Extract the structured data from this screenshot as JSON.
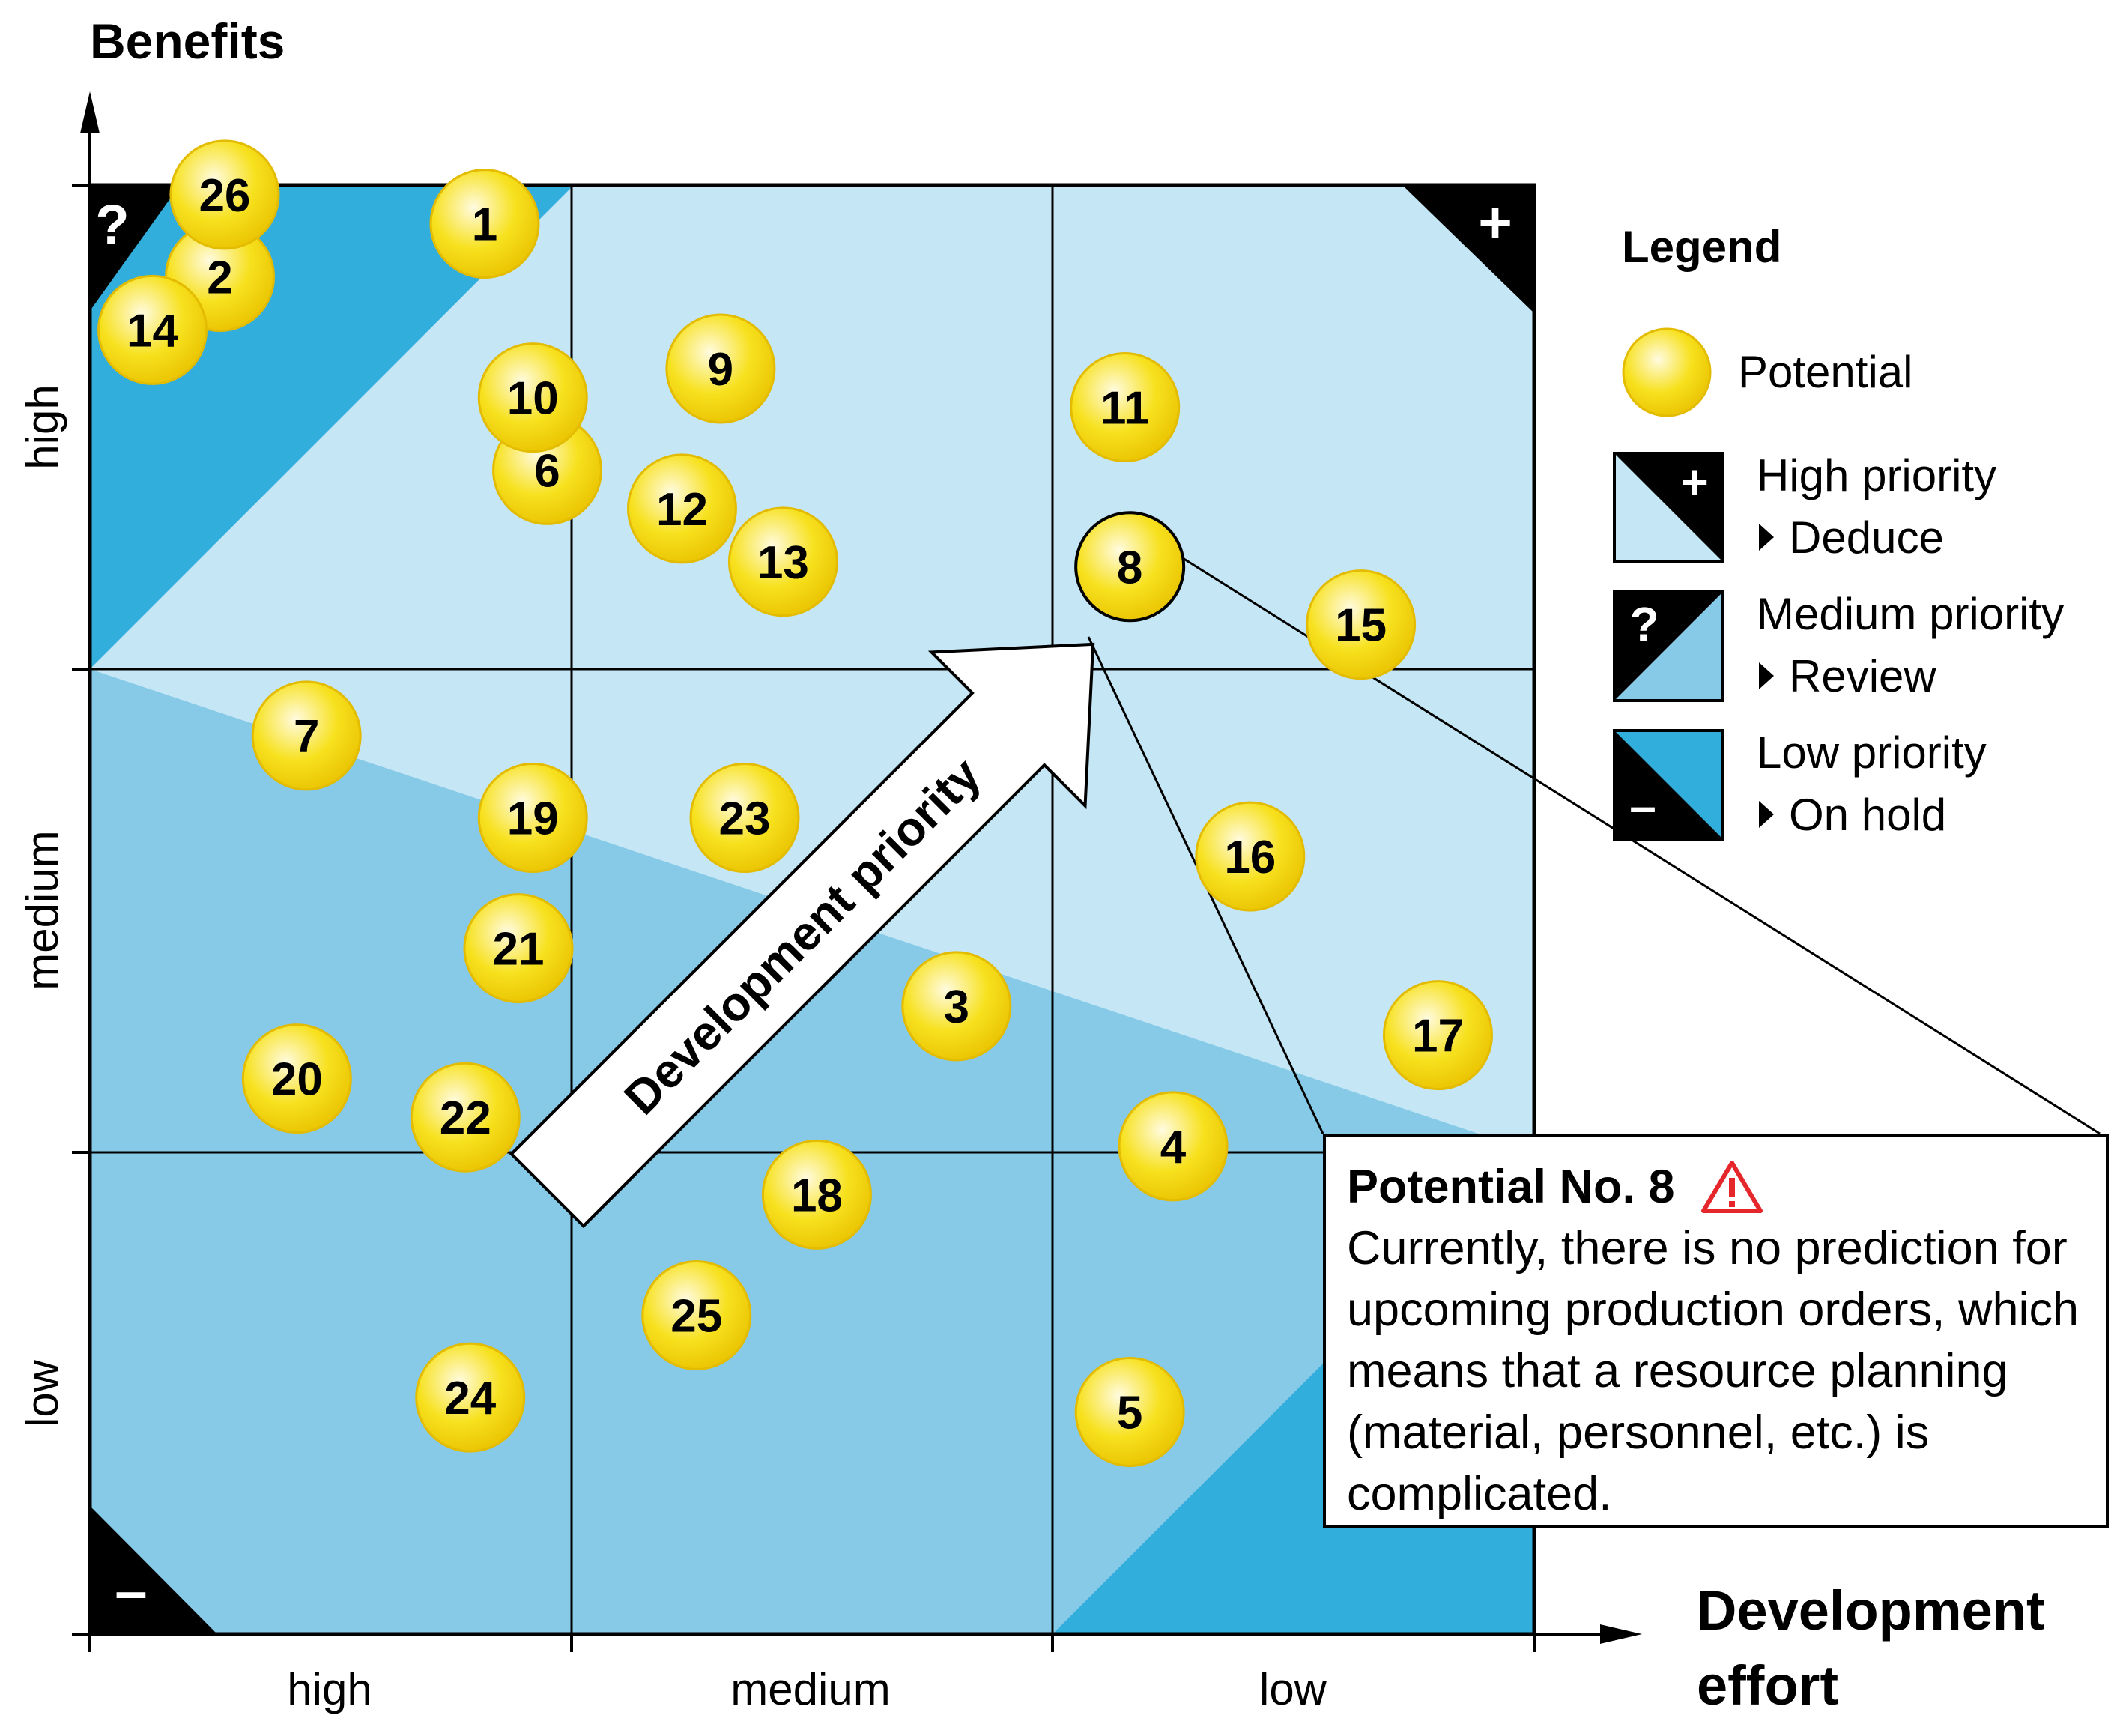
{
  "y_axis": {
    "title": "Benefits",
    "ticks": [
      "high",
      "medium",
      "low"
    ]
  },
  "x_axis": {
    "title_line1": "Development",
    "title_line2": "effort",
    "ticks": [
      "high",
      "medium",
      "low"
    ]
  },
  "arrow_label": "Development priority",
  "corner_marks": {
    "high": "+",
    "medium": "?",
    "low": "–"
  },
  "legend": {
    "title": "Legend",
    "potential_label": "Potential",
    "items": [
      {
        "name": "High priority",
        "action": "Deduce",
        "mark": "+",
        "color": "#c5e7f5"
      },
      {
        "name": "Medium priority",
        "action": "Review",
        "mark": "?",
        "color": "#86cae8"
      },
      {
        "name": "Low priority",
        "action": "On hold",
        "mark": "–",
        "color": "#32aedc"
      }
    ]
  },
  "colors": {
    "high_zone": "#c5e7f5",
    "medium_zone": "#86cae8",
    "low_zone": "#32aedc",
    "potential_fill": "#f7e11e",
    "potential_highlight": "#fffbe0",
    "warning": "#e5262b"
  },
  "potentials": [
    {
      "id": "1",
      "effort": 2.18,
      "benefit": 2.92
    },
    {
      "id": "2",
      "effort": 2.73,
      "benefit": 2.81
    },
    {
      "id": "3",
      "effort": 1.2,
      "benefit": 1.3
    },
    {
      "id": "4",
      "effort": 0.75,
      "benefit": 1.01
    },
    {
      "id": "5",
      "effort": 0.84,
      "benefit": 0.46
    },
    {
      "id": "6",
      "effort": 2.05,
      "benefit": 2.41
    },
    {
      "id": "7",
      "effort": 2.55,
      "benefit": 1.86
    },
    {
      "id": "8",
      "effort": 0.84,
      "benefit": 2.21
    },
    {
      "id": "9",
      "effort": 1.69,
      "benefit": 2.62
    },
    {
      "id": "10",
      "effort": 2.08,
      "benefit": 2.56
    },
    {
      "id": "11",
      "effort": 0.85,
      "benefit": 2.54
    },
    {
      "id": "12",
      "effort": 1.77,
      "benefit": 2.33
    },
    {
      "id": "13",
      "effort": 1.56,
      "benefit": 2.22
    },
    {
      "id": "14",
      "effort": 2.87,
      "benefit": 2.7
    },
    {
      "id": "15",
      "effort": 0.36,
      "benefit": 2.09
    },
    {
      "id": "16",
      "effort": 0.59,
      "benefit": 1.61
    },
    {
      "id": "17",
      "effort": 0.2,
      "benefit": 1.24
    },
    {
      "id": "18",
      "effort": 1.49,
      "benefit": 0.91
    },
    {
      "id": "19",
      "effort": 2.08,
      "benefit": 1.69
    },
    {
      "id": "20",
      "effort": 2.57,
      "benefit": 1.15
    },
    {
      "id": "21",
      "effort": 2.11,
      "benefit": 1.42
    },
    {
      "id": "22",
      "effort": 2.22,
      "benefit": 1.07
    },
    {
      "id": "23",
      "effort": 1.64,
      "benefit": 1.69
    },
    {
      "id": "24",
      "effort": 2.21,
      "benefit": 0.49
    },
    {
      "id": "25",
      "effort": 1.74,
      "benefit": 0.66
    },
    {
      "id": "26",
      "effort": 2.72,
      "benefit": 2.98
    }
  ],
  "callout": {
    "potential_id": "8",
    "title": "Potential No. 8",
    "text": "Currently, there is no prediction for upcoming production orders, which means that a resource planning (material, personnel, etc.) is complicated."
  }
}
